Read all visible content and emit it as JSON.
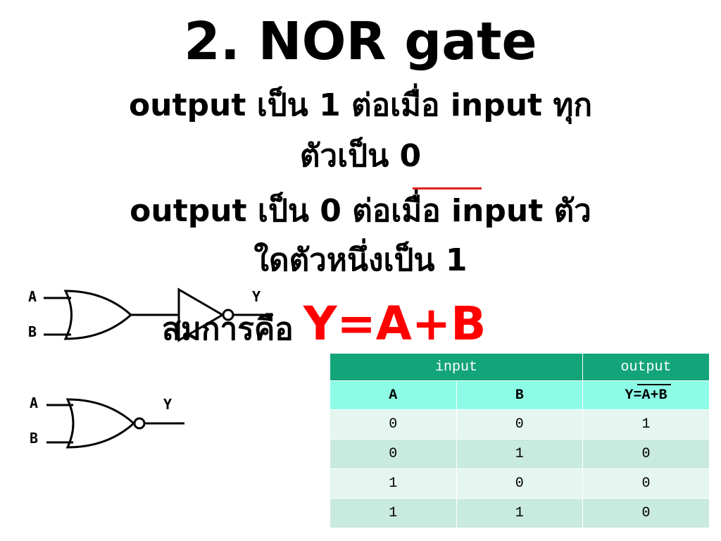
{
  "slide": {
    "title": "2. NOR gate",
    "line1": "output เป็น 1 ต่อเมื่อ input ทุก",
    "line2": "ตัวเป็น 0",
    "line3": "output เป็น 0 ต่อเมื่อ input ตัว",
    "line4": "ใดตัวหนึ่งเป็น 1",
    "equation_label": "สมการคือ",
    "equation": "Y=A+B"
  },
  "diagram": {
    "gate1": {
      "input_a": "A",
      "input_b": "B",
      "output": "Y"
    },
    "gate2": {
      "input_a": "A",
      "input_b": "B",
      "output": "Y"
    }
  },
  "truth_table": {
    "group_headers": [
      "input",
      "output"
    ],
    "columns": [
      "A",
      "B",
      "Y=A+B"
    ],
    "rows": [
      [
        "0",
        "0",
        "1"
      ],
      [
        "0",
        "1",
        "0"
      ],
      [
        "1",
        "0",
        "0"
      ],
      [
        "1",
        "1",
        "0"
      ]
    ]
  },
  "colors": {
    "equation": "#ff0000",
    "header_dark": "#13a47a",
    "header_light": "#8dfce6"
  }
}
